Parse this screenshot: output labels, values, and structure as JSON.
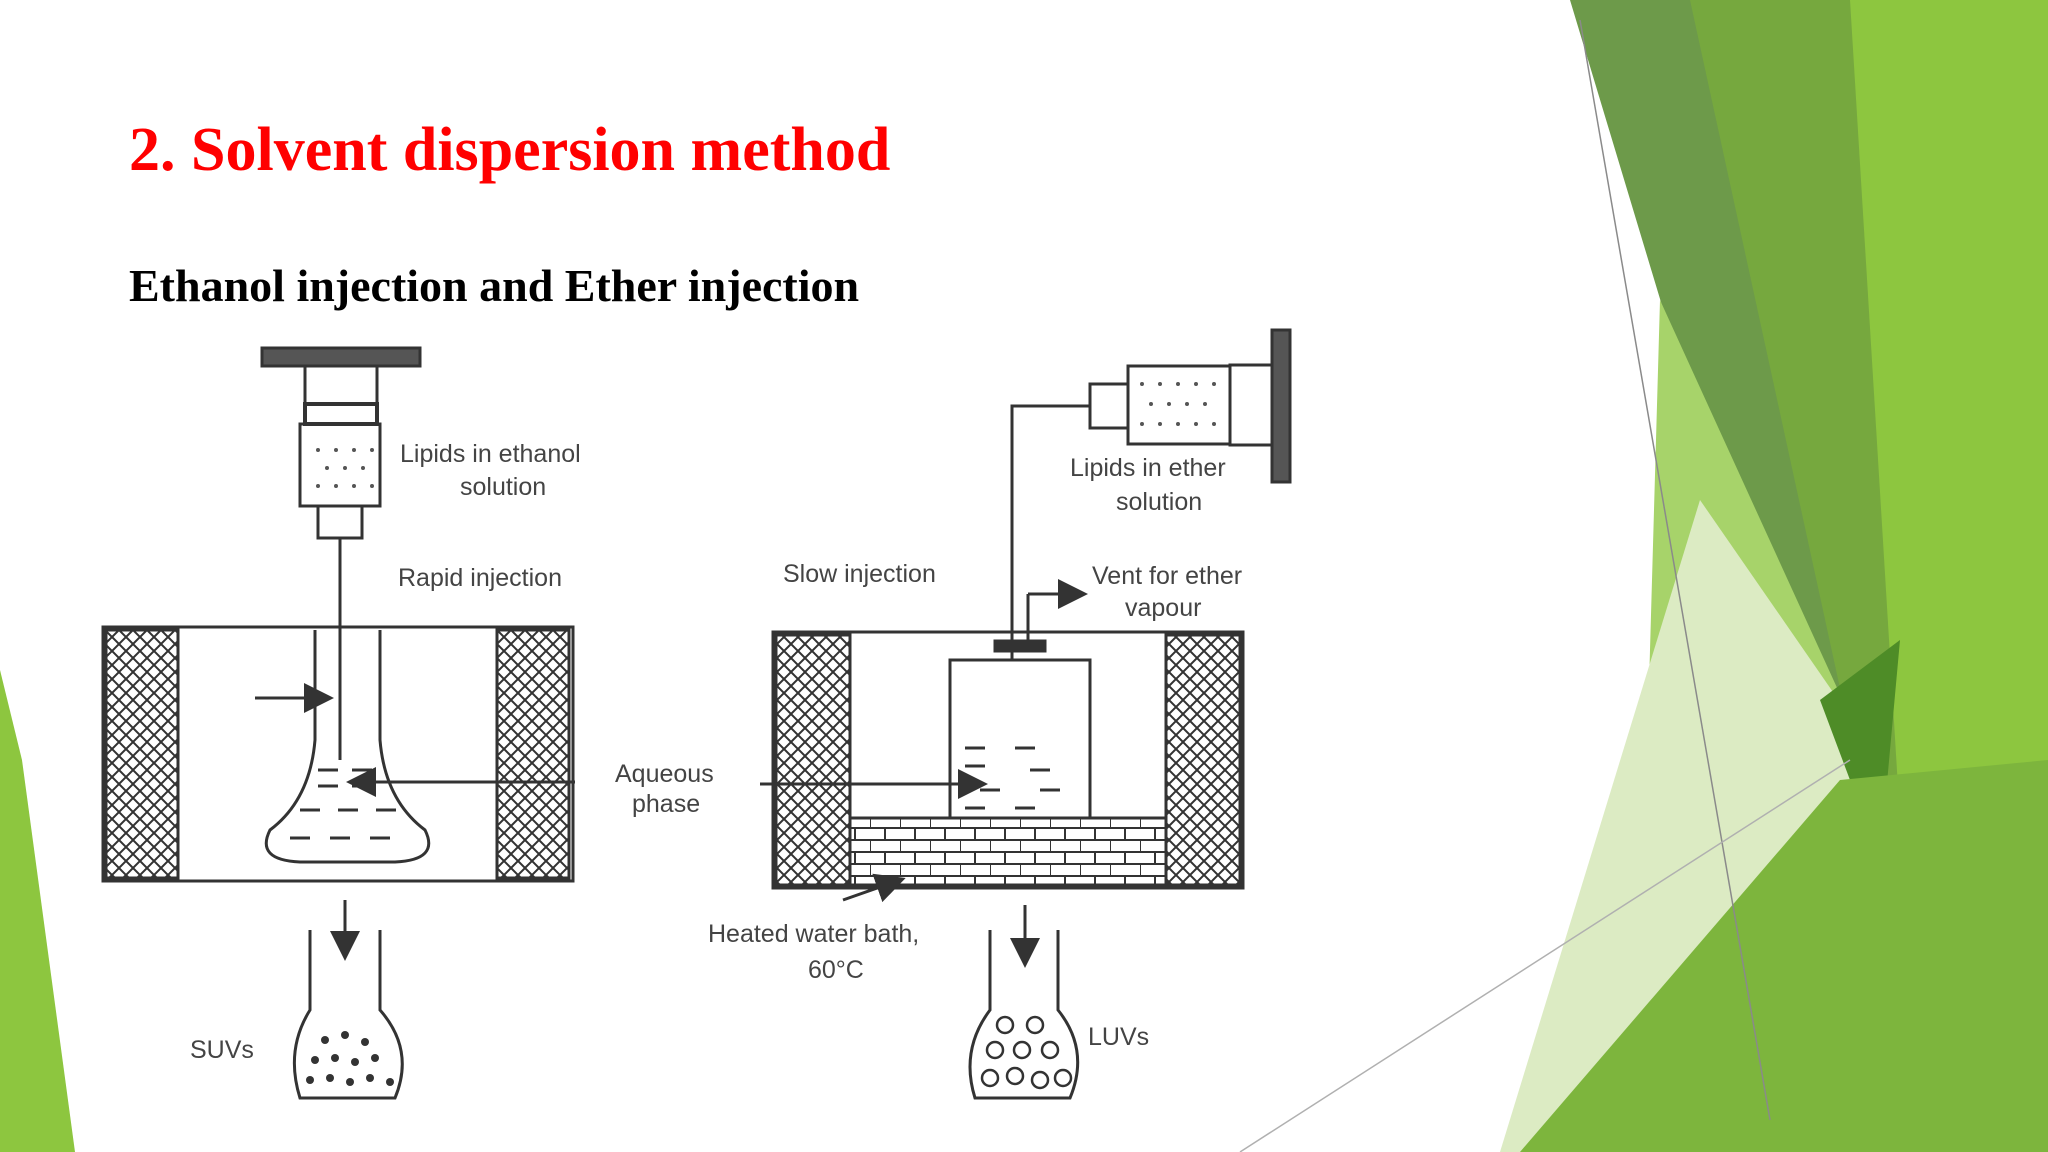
{
  "slide": {
    "title": "2. Solvent dispersion method",
    "subtitle": "Ethanol injection and Ether injection",
    "title_color": "#ff0000",
    "accent_colors": [
      "#8dc63f",
      "#6d9a4a",
      "#4e8c27",
      "#a7d36a",
      "#dcebc3"
    ]
  },
  "figure": {
    "labels": {
      "lipids_ethanol_1": "Lipids in ethanol",
      "lipids_ethanol_2": "solution",
      "rapid_injection": "Rapid injection",
      "aqueous_1": "Aqueous",
      "aqueous_2": "phase",
      "suvs": "SUVs",
      "lipids_ether_1": "Lipids in ether",
      "lipids_ether_2": "solution",
      "slow_injection": "Slow injection",
      "vent_1": "Vent for ether",
      "vent_2": "vapour",
      "water_bath_1": "Heated water bath,",
      "water_bath_2": "60°C",
      "luvs": "LUVs"
    }
  }
}
